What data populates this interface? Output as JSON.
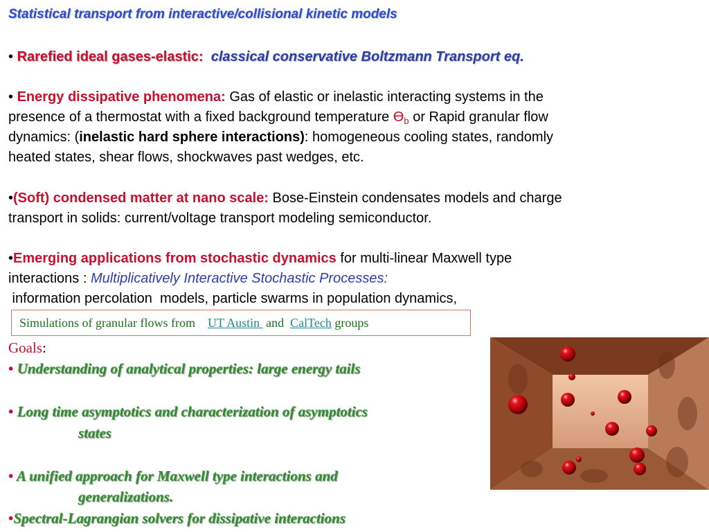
{
  "title": "Statistical transport  from interactive/collisional kinetic models",
  "bullet_char": "•",
  "item1": {
    "red": "Rarefied ideal gases-elastic:",
    "blue": "classical conservative Boltzmann Transport eq."
  },
  "item2": {
    "red": "Energy dissipative phenomena:",
    "l1_rest": " Gas of elastic or inelastic interacting systems in the",
    "l2_a": "presence of a thermostat with a fixed background temperature ",
    "theta": "ϴ",
    "theta_sub": "b",
    "l2_b": " or  Rapid granular flow",
    "l3_a": "dynamics: (",
    "l3_bold": "inelastic hard sphere interactions)",
    "l3_b": ": homogeneous cooling states, randomly",
    "l4": "heated states, shear flows, shockwaves past wedges, etc."
  },
  "item3": {
    "red": "(Soft) condensed matter at nano scale:",
    "l1_rest": " Bose-Einstein condensates models and charge",
    "l2": "transport in solids: current/voltage    transport modeling semiconductor."
  },
  "item4": {
    "red": "Emerging applications from stochastic dynamics",
    "l1_rest": " for multi-linear Maxwell type",
    "l2_a": "interactions :  ",
    "l2_blue": "Multiplicatively Interactive Stochastic Processes:",
    "l3": " information percolation  models, particle swarms in population dynamics,"
  },
  "box": {
    "text": "Simulations of granular flows from    ",
    "link1": "UT Austin ",
    "mid": " and  ",
    "link2": "CalTech",
    "end": " groups"
  },
  "goals": {
    "label": "Goals",
    "colon": ":",
    "g1": "Understanding of analytical properties: large energy tails",
    "g2_l1": " Long time asymptotics and characterization of  asymptotics",
    "g2_l2": "states",
    "g3_l1": "A unified approach for Maxwell type interactions and",
    "g3_l2": "generalizations.",
    "g4": "Spectral-Lagrangian solvers for dissipative interactions"
  }
}
